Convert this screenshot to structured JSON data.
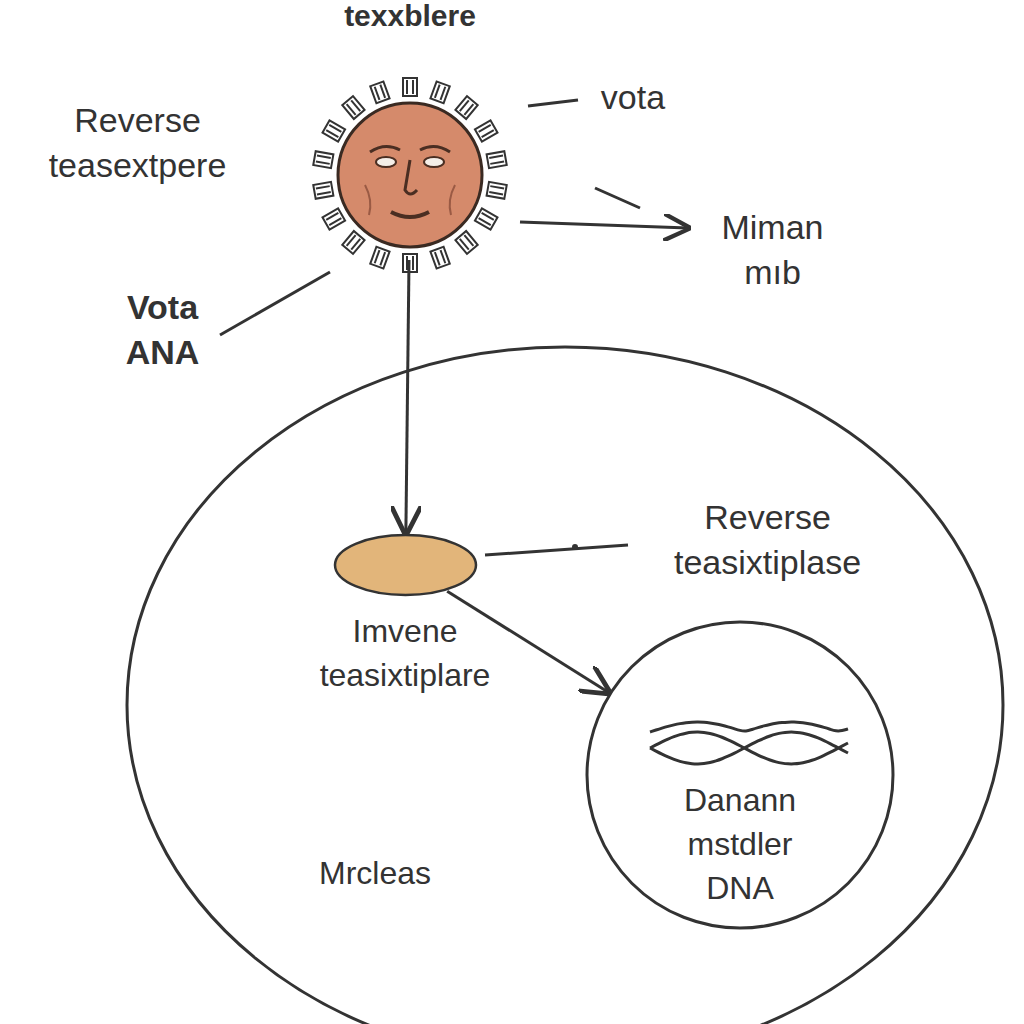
{
  "diagram": {
    "nodes": [
      {
        "text": [
          "texxblere"
        ]
      },
      {
        "text": [
          "Mrcleas"
        ]
      },
      {
        "text": [
          "Imvene teasixtiplare"
        ],
        "in": 1
      },
      {
        "text": [
          "Danann mstdler DNA"
        ],
        "in": 1
      }
    ],
    "edges": [
      {
        "from": 0,
        "to": 2,
        "arrow": "to"
      },
      {
        "from": 2,
        "to": 3,
        "arrow": "to"
      }
    ],
    "labels": [
      "Reverse teasextpere",
      "vota",
      "Miman mıb",
      "Vota ANA",
      "Reverse teasixtiplase"
    ]
  }
}
